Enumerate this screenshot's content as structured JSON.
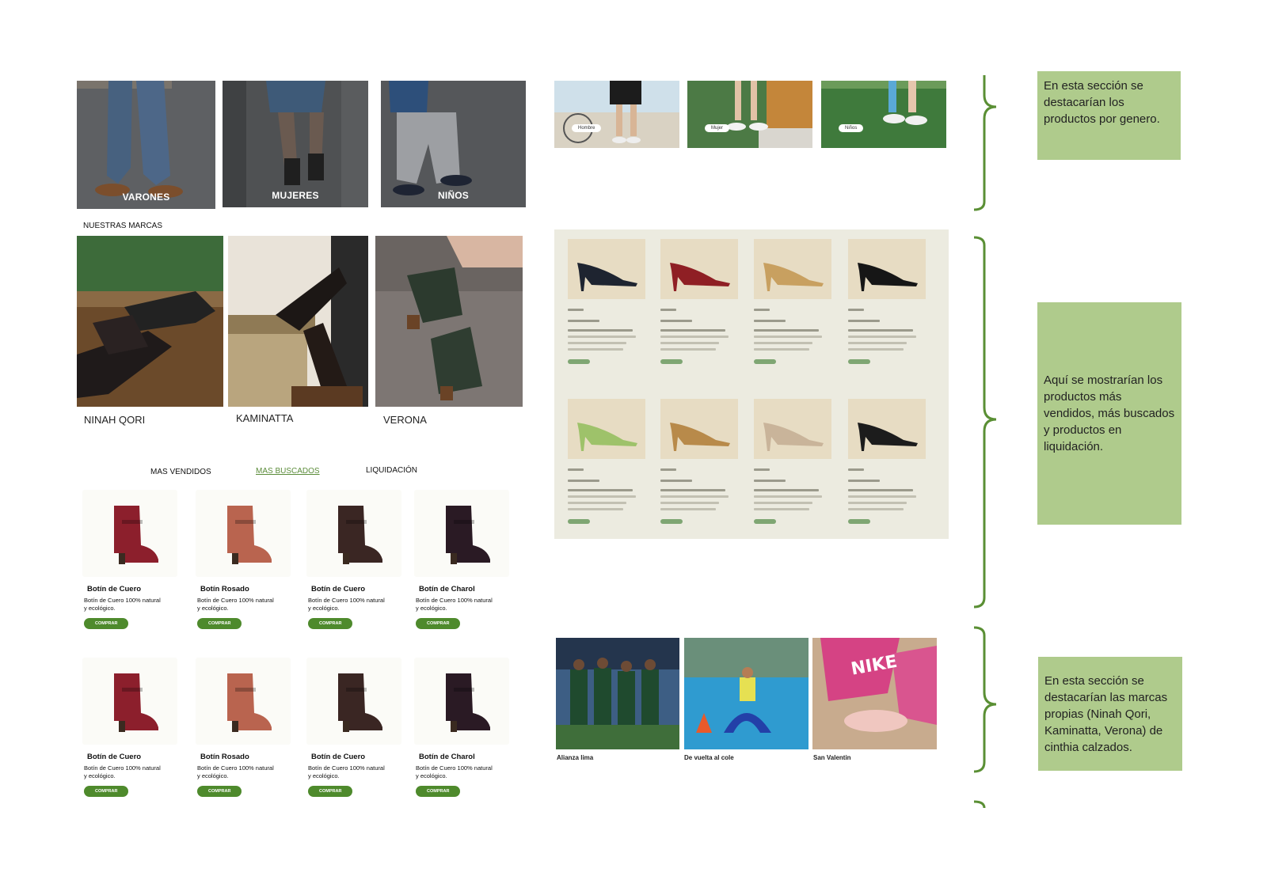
{
  "categories": [
    {
      "label": "VARONES"
    },
    {
      "label": "MUJERES"
    },
    {
      "label": "NIÑOS"
    }
  ],
  "brands_section": {
    "title": "NUESTRAS MARCAS",
    "brands": [
      {
        "name": "NINAH QORI"
      },
      {
        "name": "KAMINATTA"
      },
      {
        "name": "VERONA"
      }
    ]
  },
  "product_tabs": [
    {
      "label": "MAS VENDIDOS",
      "active": false
    },
    {
      "label": "MAS BUSCADOS",
      "active": true
    },
    {
      "label": "LIQUIDACIÓN",
      "active": false
    }
  ],
  "products": [
    {
      "name": "Botín de Cuero",
      "desc": "Botín de Cuero 100% natural y ecológico.",
      "buy": "COMPRAR",
      "color": "#8c1f2c"
    },
    {
      "name": "Botín Rosado",
      "desc": "Botín de Cuero 100% natural y ecológico.",
      "buy": "COMPRAR",
      "color": "#b9644f"
    },
    {
      "name": "Botín de Cuero",
      "desc": "Botín de Cuero 100% natural y ecológico.",
      "buy": "COMPRAR",
      "color": "#3a2623"
    },
    {
      "name": "Botín de Charol",
      "desc": "Botín de Cuero 100% natural y ecológico.",
      "buy": "COMPRAR",
      "color": "#2a1a24"
    },
    {
      "name": "Botín de Cuero",
      "desc": "Botín de Cuero 100% natural y ecológico.",
      "buy": "COMPRAR",
      "color": "#8c1f2c"
    },
    {
      "name": "Botín Rosado",
      "desc": "Botín de Cuero 100% natural y ecológico.",
      "buy": "COMPRAR",
      "color": "#b9644f"
    },
    {
      "name": "Botín de Cuero",
      "desc": "Botín de Cuero 100% natural y ecológico.",
      "buy": "COMPRAR",
      "color": "#3a2623"
    },
    {
      "name": "Botín de Charol",
      "desc": "Botín de Cuero 100% natural y ecológico.",
      "buy": "COMPRAR",
      "color": "#2a1a24"
    }
  ],
  "genre_cards": [
    {
      "chip": "Hombre"
    },
    {
      "chip": "Mujer"
    },
    {
      "chip": "Niños"
    }
  ],
  "promos": [
    {
      "caption": "Alianza lima"
    },
    {
      "caption": "De vuelta al cole"
    },
    {
      "caption": "San Valentin"
    }
  ],
  "notes": [
    {
      "text": "En esta sección se destacarían los productos por genero."
    },
    {
      "text": "Aquí se mostrarían los productos más vendidos, más buscados y productos en liquidación."
    },
    {
      "text": "En esta sección se destacarían las marcas propias (Ninah Qori, Kaminatta, Verona) de cinthia calzados."
    }
  ],
  "colors": {
    "accent_green": "#4e8a2c",
    "note_green": "#afcb8c",
    "bracket_green": "#5a8f34"
  }
}
